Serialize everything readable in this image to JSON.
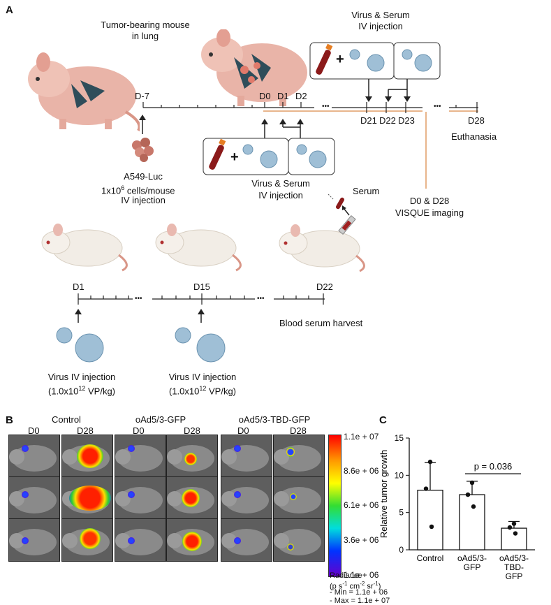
{
  "panel_a": {
    "letter": "A",
    "tumor_title": [
      "Tumor-bearing mouse",
      "in lung"
    ],
    "serum_top_title": [
      "Virus & Serum",
      "IV injection"
    ],
    "timeline_top": {
      "labels": [
        "D-7",
        "D0",
        "D1",
        "D2",
        "D21",
        "D22",
        "D23",
        "D28"
      ]
    },
    "euthanasia": "Euthanasia",
    "a549": [
      "A549-Luc",
      "1x10",
      "6",
      " cells/mouse",
      "IV injection"
    ],
    "serum_mid_title": [
      "Virus & Serum",
      "IV injection"
    ],
    "serum_label": "Serum",
    "visque": [
      "D0 & D28",
      "VISQUE imaging"
    ],
    "timeline_bottom": {
      "labels": [
        "D1",
        "D15",
        "D22"
      ]
    },
    "blood_harvest": "Blood serum harvest",
    "virus_inj_1": [
      "Virus IV injection",
      "(1.0x10",
      "12",
      " VP/kg)"
    ],
    "virus_inj_2": [
      "Virus IV injection",
      "(1.0x10",
      "12",
      " VP/kg)"
    ],
    "dots": "•••",
    "plus": "+"
  },
  "panel_b": {
    "letter": "B",
    "groups": [
      "Control",
      "oAd5/3-GFP",
      "oAd5/3-TBD-GFP"
    ],
    "days": [
      "D0",
      "D28"
    ],
    "scale_ticks": [
      "1.1e + 07",
      "8.6e + 06",
      "6.1e + 06",
      "3.6e + 06",
      "1.1e + 06"
    ],
    "radiance": [
      "Radiance",
      "(p s",
      "-1",
      " cm",
      "-2",
      " sr",
      "-1",
      ")",
      "- Min = 1.1e + 06",
      "- Max = 1.1e + 07"
    ]
  },
  "panel_c": {
    "letter": "C",
    "pvalue": "p = 0.036",
    "chart_data": {
      "type": "bar",
      "categories": [
        "Control",
        "oAd5/3-\nGFP",
        "oAd5/3-\nTBD-\nGFP"
      ],
      "category_lines": [
        [
          "Control"
        ],
        [
          "oAd5/3-",
          "GFP"
        ],
        [
          "oAd5/3-",
          "TBD-",
          "GFP"
        ]
      ],
      "values": [
        8.0,
        7.4,
        2.9
      ],
      "errors": [
        3.7,
        1.8,
        0.9
      ],
      "points": [
        [
          11.8,
          8.2,
          3.1
        ],
        [
          9.0,
          7.4,
          5.8
        ],
        [
          3.5,
          3.0,
          2.2
        ]
      ],
      "ylabel": "Relative tumor growth",
      "ylim": [
        0,
        15
      ],
      "yticks": [
        0,
        5,
        10,
        15
      ]
    }
  }
}
